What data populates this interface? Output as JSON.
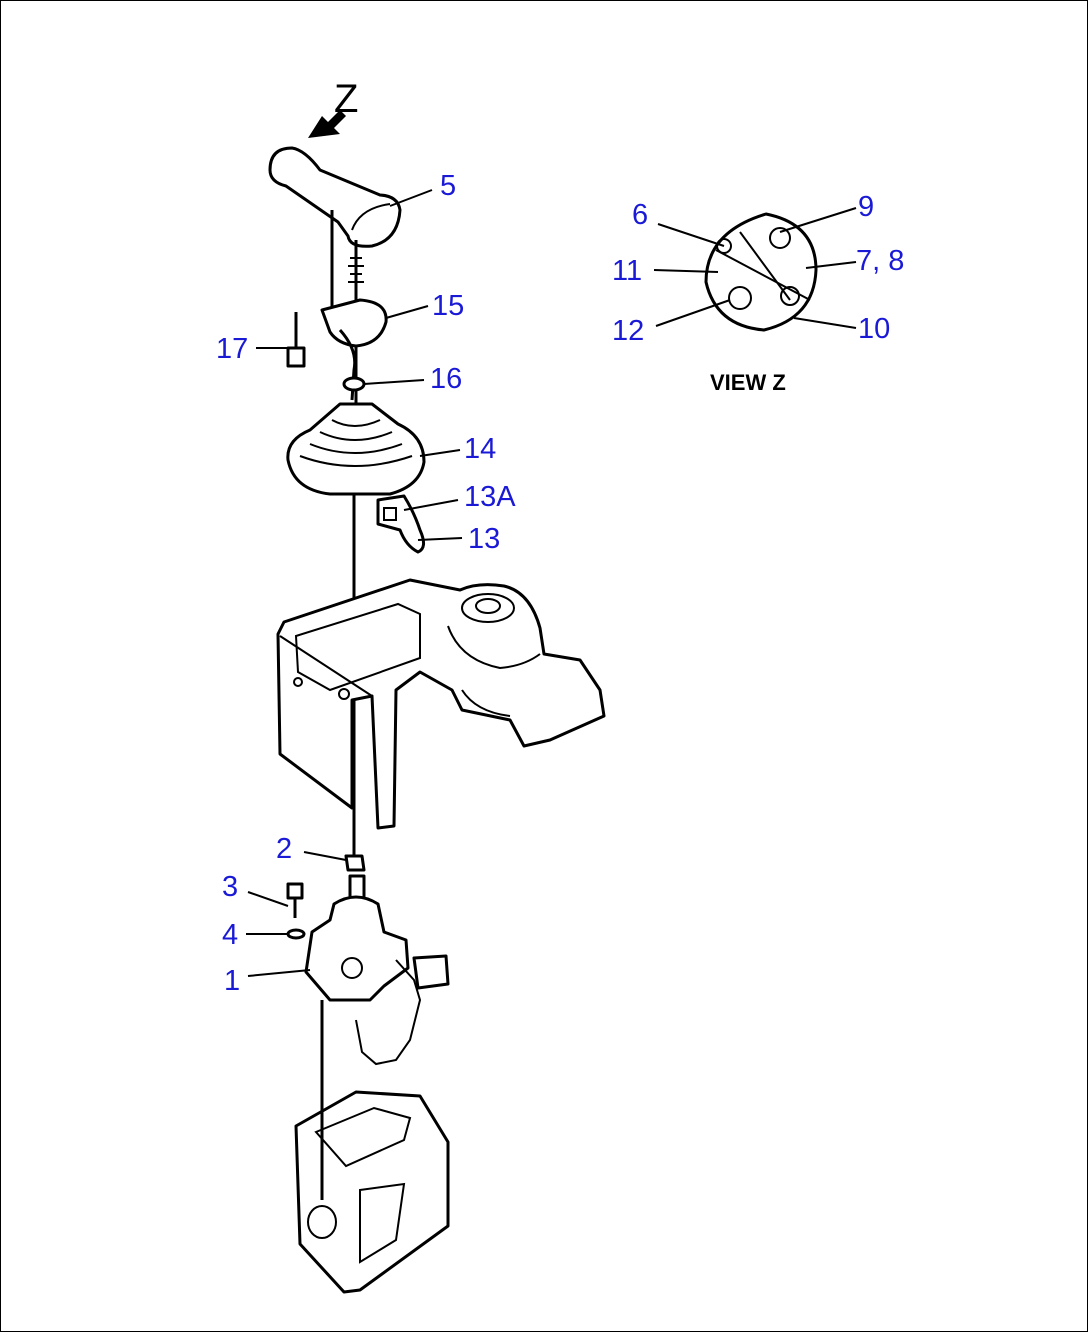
{
  "diagram": {
    "view_marker": "Z",
    "view_label": "VIEW Z",
    "callouts": [
      {
        "id": "5",
        "text": "5"
      },
      {
        "id": "15",
        "text": "15"
      },
      {
        "id": "17",
        "text": "17"
      },
      {
        "id": "16",
        "text": "16"
      },
      {
        "id": "14",
        "text": "14"
      },
      {
        "id": "13A",
        "text": "13A"
      },
      {
        "id": "13",
        "text": "13"
      },
      {
        "id": "2",
        "text": "2"
      },
      {
        "id": "3",
        "text": "3"
      },
      {
        "id": "4",
        "text": "4"
      },
      {
        "id": "1",
        "text": "1"
      },
      {
        "id": "6",
        "text": "6"
      },
      {
        "id": "9",
        "text": "9"
      },
      {
        "id": "11",
        "text": "11"
      },
      {
        "id": "7,8",
        "text": "7, 8"
      },
      {
        "id": "12",
        "text": "12"
      },
      {
        "id": "10",
        "text": "10"
      }
    ],
    "colors": {
      "callout": "#1a1ad6",
      "line": "#000000"
    }
  }
}
